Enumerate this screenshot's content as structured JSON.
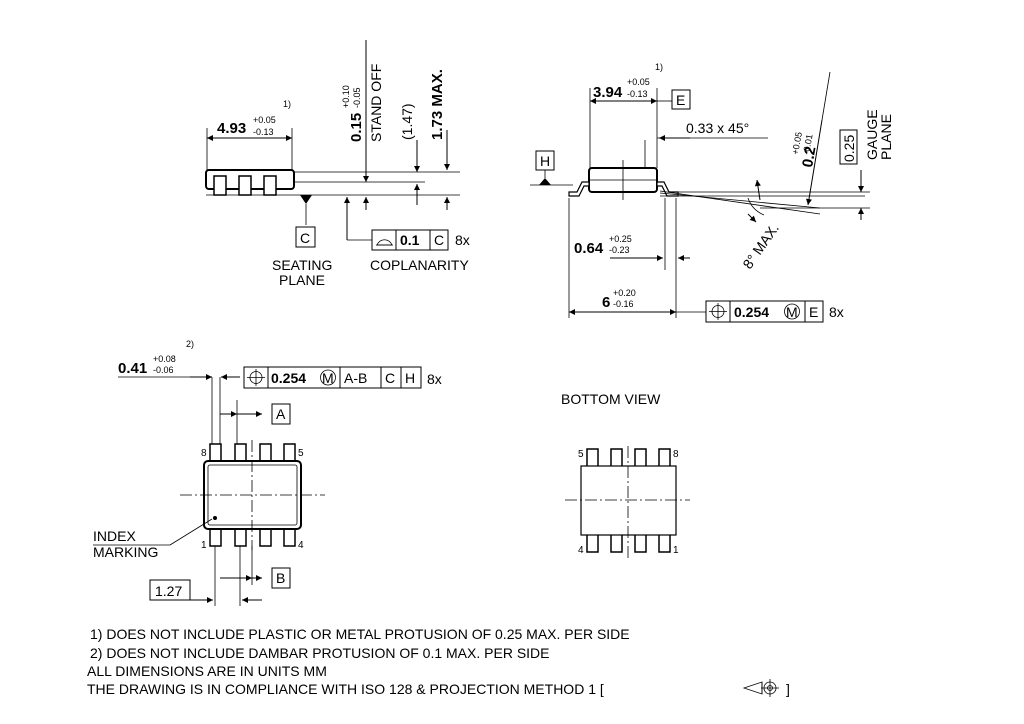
{
  "side_view": {
    "length": {
      "value": "4.93",
      "tol_plus": "+0.05",
      "tol_minus": "-0.13",
      "note": "1)"
    },
    "standoff": {
      "value": "0.15",
      "tol_plus": "+0.10",
      "tol_minus": "-0.05",
      "label": "STAND OFF"
    },
    "body_height_ref": "(1.47)",
    "max_height": "1.73 MAX.",
    "datum_c": "C",
    "seating_plane": [
      "SEATING",
      "PLANE"
    ],
    "coplanarity": {
      "value": "0.1",
      "datum": "C",
      "count": "8x",
      "label": "COPLANARITY"
    }
  },
  "end_view": {
    "width": {
      "value": "3.94",
      "tol_plus": "+0.05",
      "tol_minus": "-0.13",
      "note": "1)"
    },
    "datum_e": "E",
    "chamfer": "0.33 x 45°",
    "datum_h": "H",
    "lead_thk": {
      "value": "0.2",
      "tol_plus": "+0.05",
      "tol_minus": "-0.01"
    },
    "gauge": {
      "value": "0.25",
      "label": [
        "GAUGE",
        "PLANE"
      ]
    },
    "angle": "8° MAX.",
    "foot": {
      "value": "0.64",
      "tol_plus": "+0.25",
      "tol_minus": "-0.23"
    },
    "overall": {
      "value": "6",
      "tol_plus": "+0.20",
      "tol_minus": "-0.16"
    },
    "position_fcf": {
      "value": "0.254",
      "modifier": "M",
      "datum": "E",
      "count": "8x"
    }
  },
  "top_view": {
    "lead_width": {
      "value": "0.41",
      "tol_plus": "+0.08",
      "tol_minus": "-0.06",
      "note": "2)"
    },
    "position_fcf": {
      "value": "0.254",
      "modifier": "M",
      "datums": [
        "A-B",
        "C",
        "H"
      ],
      "count": "8x"
    },
    "datum_a": "A",
    "datum_b": "B",
    "pitch": "1.27",
    "index_marking": [
      "INDEX",
      "MARKING"
    ],
    "pins": {
      "top_left": "8",
      "top_right": "5",
      "bottom_left": "1",
      "bottom_right": "4"
    }
  },
  "bottom_view": {
    "title": "BOTTOM VIEW",
    "pins": {
      "top_left": "5",
      "top_right": "8",
      "bottom_left": "4",
      "bottom_right": "1"
    }
  },
  "notes": [
    "1) DOES NOT INCLUDE PLASTIC OR METAL PROTUSION OF 0.25 MAX. PER SIDE",
    "2) DOES NOT INCLUDE DAMBAR PROTUSION OF 0.1 MAX. PER SIDE",
    "ALL DIMENSIONS ARE IN UNITS MM",
    "THE DRAWING IS IN COMPLIANCE WITH ISO 128 & PROJECTION METHOD 1 ["
  ],
  "notes_tail": "]"
}
